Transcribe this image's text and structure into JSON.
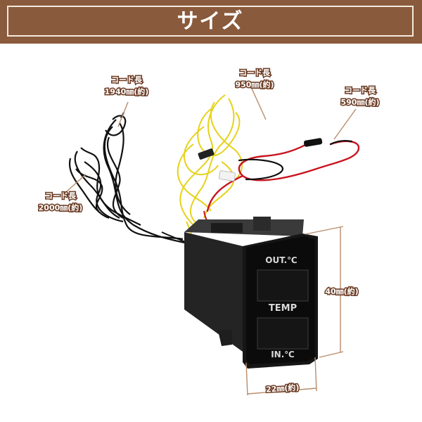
{
  "header": {
    "title": "サイズ"
  },
  "labels": {
    "cord_1": {
      "title": "コード長",
      "length": "1940㎜(約)"
    },
    "cord_2": {
      "title": "コード長",
      "length": "950㎜(約)"
    },
    "cord_3": {
      "title": "コード長",
      "length": "590㎜(約)"
    },
    "cord_4": {
      "title": "コード長",
      "length": "2000㎜(約)"
    },
    "height": "40㎜(約)",
    "width": "22㎜(約)"
  },
  "device": {
    "top_label": "OUT.℃",
    "middle_label": "TEMP",
    "bottom_label": "IN.℃"
  },
  "colors": {
    "header_bg": "#8a5a3c",
    "label_outline": "#6b3a22",
    "wire_black": "#111111",
    "wire_yellow": "#e6d21a",
    "wire_red": "#c8141e",
    "dimension_line": "#b98c6a"
  }
}
